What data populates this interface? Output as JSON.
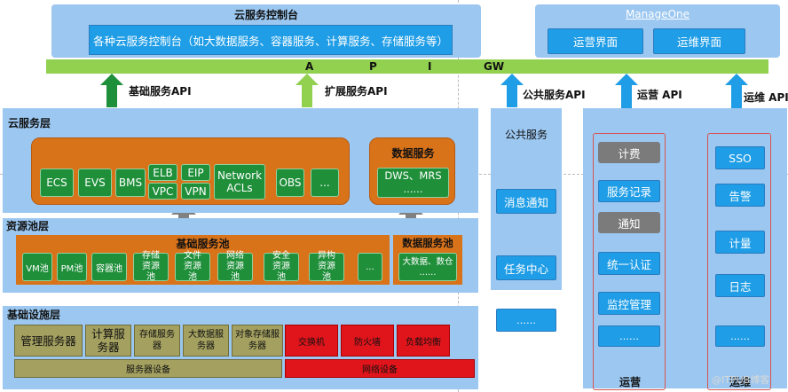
{
  "top": {
    "console_title": "云服务控制台",
    "console_desc": "各种云服务控制台（如大数据服务、容器服务、计算服务、存储服务等）",
    "manageone_title": "ManageOne",
    "ops_ui": "运营界面",
    "maint_ui": "运维界面"
  },
  "api_gw": [
    "A",
    "P",
    "I",
    "GW"
  ],
  "arrows": {
    "basic_api": "基础服务API",
    "ext_api": "扩展服务API",
    "public_api": "公共服务API",
    "ops_api": "运营 API",
    "maint_api": "运维 API"
  },
  "cloud_layer": {
    "title": "云服务层",
    "services": [
      "ECS",
      "EVS",
      "BMS",
      "ELB",
      "VPC",
      "EIP",
      "VPN",
      "Network ACLs",
      "OBS",
      "..."
    ],
    "data_service_title": "数据服务",
    "data_service_items": "DWS、MRS",
    "data_service_more": "……"
  },
  "resource_layer": {
    "title": "资源池层",
    "basic_pool_title": "基础服务池",
    "pools": [
      "VM池",
      "PM池",
      "容器池",
      "存储资源池",
      "文件资源池",
      "网络资源池",
      "安全资源池",
      "异构资源池",
      "..."
    ],
    "data_pool_title": "数据服务池",
    "data_pool_items": "大数据、数仓",
    "data_pool_more": "……"
  },
  "infra_layer": {
    "title": "基础设施层",
    "servers": [
      "管理服务器",
      "计算服务器",
      "存储服务器",
      "大数据服务器",
      "对象存储服务器"
    ],
    "net": [
      "交换机",
      "防火墙",
      "负载均衡"
    ],
    "server_equipment": "服务器设备",
    "network_equipment": "网络设备"
  },
  "public_services": {
    "title": "公共服务",
    "items": [
      "消息通知",
      "任务中心",
      "……"
    ]
  },
  "operations": {
    "items": [
      "计费",
      "服务记录",
      "通知",
      "统一认证",
      "监控管理",
      "……"
    ],
    "footer": "运营"
  },
  "maintenance": {
    "items": [
      "SSO",
      "告警",
      "计量",
      "日志",
      "……"
    ],
    "footer": "运维"
  },
  "watermark": "@ITPUB博客",
  "colors": {
    "light_blue": "#9bc7f0",
    "green_bar": "#92d050",
    "green_service": "#1f8f3a",
    "orange": "#d9731a",
    "red": "#e0141b",
    "blue_item": "#1f9de6",
    "olive": "#a3a060"
  }
}
